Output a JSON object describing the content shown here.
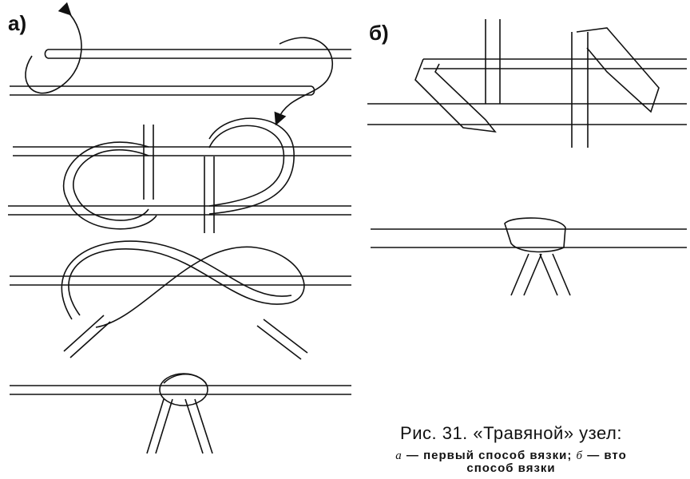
{
  "panels": {
    "a": {
      "label": "а)"
    },
    "b": {
      "label": "б)"
    }
  },
  "caption": {
    "title": "Рис. 31. «Травяной» узел:",
    "line1_a": "а",
    "line1_text_a": " — первый способ вязки; ",
    "line1_b": "б",
    "line1_text_b": " — вто",
    "line2": "способ вязки"
  }
}
